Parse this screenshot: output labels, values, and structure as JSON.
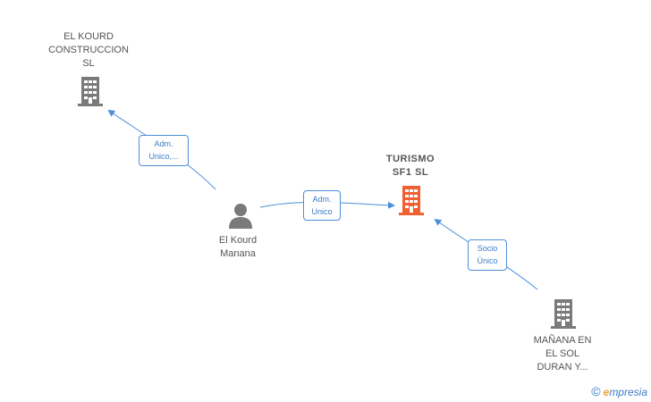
{
  "nodes": {
    "kourd_construccion": {
      "label_lines": [
        "EL KOURD",
        "CONSTRUCCION",
        "SL"
      ]
    },
    "turismo": {
      "label_lines": [
        "TURISMO",
        "SF1  SL"
      ]
    },
    "person": {
      "label_lines": [
        "El Kourd",
        "Manana"
      ]
    },
    "manana": {
      "label_lines": [
        "MAÑANA EN",
        "EL SOL",
        "DURAN Y..."
      ]
    }
  },
  "edges": {
    "person_to_kourd": {
      "label_lines": [
        "Adm.",
        "Unico,..."
      ]
    },
    "person_to_turismo": {
      "label_lines": [
        "Adm.",
        "Unico"
      ]
    },
    "manana_to_turismo": {
      "label_lines": [
        "Socio",
        "Único"
      ]
    }
  },
  "colors": {
    "edge": "#4a90d9",
    "company_gray": "#7a7a7a",
    "company_highlight": "#f06030",
    "person_gray": "#7a7a7a"
  },
  "watermark": {
    "symbol": "©",
    "brand_initial": "e",
    "brand_rest": "mpresia"
  }
}
